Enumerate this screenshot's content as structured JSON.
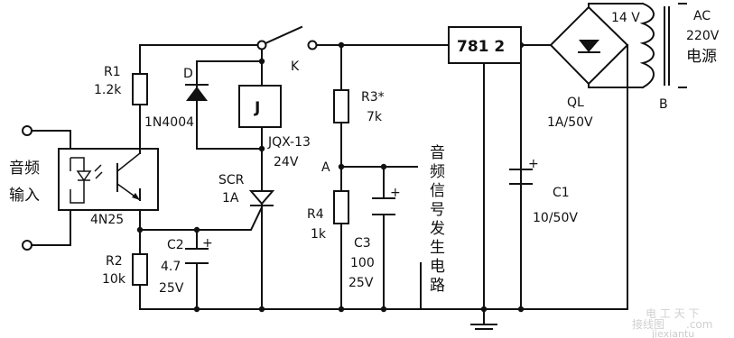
{
  "labels": {
    "r1_name": "R1",
    "r1_value": "1.2k",
    "d_name": "D",
    "d_part": "1N4004",
    "relay_name": "J",
    "relay_part": "JQX-13",
    "relay_voltage": "24V",
    "switch_name": "K",
    "scr_name": "SCR",
    "scr_rating": "1A",
    "optocoupler": "4N25",
    "r2_name": "R2",
    "r2_value": "10k",
    "c2_name": "C2",
    "c2_value": "4.7",
    "c2_voltage": "25V",
    "r3_name": "R3*",
    "r3_value": "7k",
    "node_a": "A",
    "r4_name": "R4",
    "r4_value": "1k",
    "c3_name": "C3",
    "c3_value": "100",
    "c3_voltage": "25V",
    "regulator": "781 2",
    "bridge_name": "QL",
    "bridge_rating": "1A/50V",
    "c1_name": "C1",
    "c1_value": "10/50V",
    "secondary_voltage": "14 V",
    "ac_label": "AC",
    "ac_voltage": "220V",
    "mains_label": "电源",
    "transformer_name": "B",
    "audio_input_line1": "音频",
    "audio_input_line2": "输入",
    "generator_label": "音频信号发生电路",
    "plus": "+"
  },
  "watermark": {
    "line1": "电 工 天 下",
    "line2": "接线图",
    "line3": ".com",
    "line4": "jiexiantu"
  }
}
